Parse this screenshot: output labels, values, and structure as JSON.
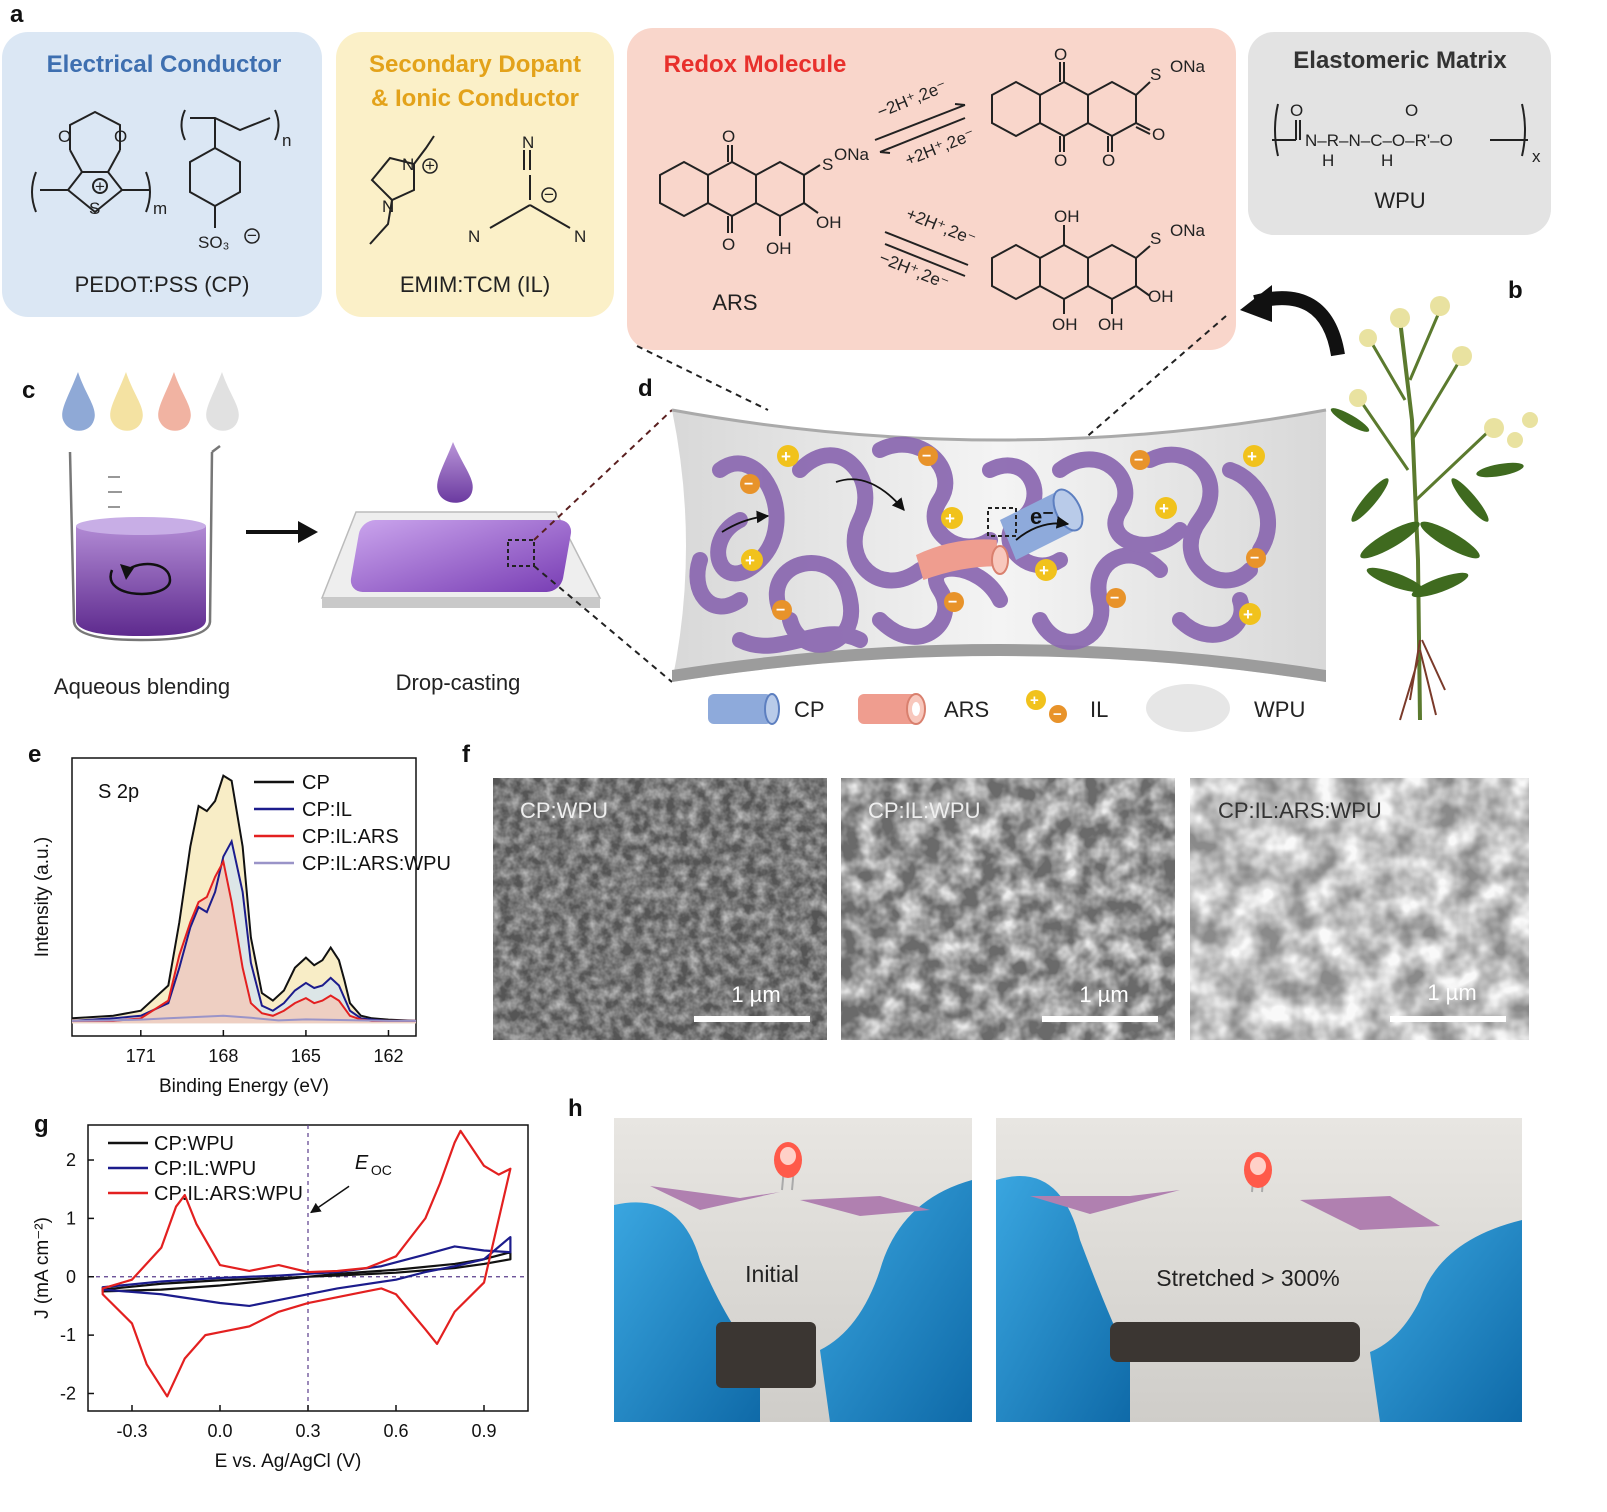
{
  "panels": {
    "a": {
      "label": "a",
      "boxes": [
        {
          "title": "Electrical Conductor",
          "title_color": "#3e6fb0",
          "bg": "#dbe7f4",
          "caption": "PEDOT:PSS (CP)"
        },
        {
          "title_line1": "Secondary Dopant",
          "title_line2": "& Ionic Conductor",
          "title_color": "#e3a21a",
          "bg": "#fbf0c8",
          "caption": "EMIM:TCM (IL)"
        },
        {
          "title": "Redox Molecule",
          "title_color": "#e8302c",
          "bg": "#f9d6cb",
          "caption": "ARS"
        },
        {
          "title": "Elastomeric Matrix",
          "title_color": "#333333",
          "bg": "#e3e3e3",
          "caption": "WPU"
        }
      ],
      "chem_labels": {
        "pedot_m": "m",
        "pss_n": "n",
        "so3": "SO₃",
        "s": "S",
        "o": "O",
        "ona": "ONa",
        "oh": "OH",
        "n": "N",
        "plus": "+",
        "minus": "−",
        "ox_fwd": "−2H⁺,2e⁻",
        "ox_rev": "+2H⁺,2e⁻",
        "red_fwd": "+2H⁺,2e⁻",
        "red_rev": "−2H⁺,2e⁻",
        "wpu_chain": "N–R–N–C–O–R'–O",
        "wpu_h": "H",
        "wpu_x": "x"
      }
    },
    "b": {
      "label": "b"
    },
    "c": {
      "label": "c",
      "step1": "Aqueous blending",
      "step2": "Drop-casting"
    },
    "d": {
      "label": "d",
      "electron": "e⁻",
      "legend": [
        "CP",
        "ARS",
        "IL",
        "WPU"
      ]
    },
    "e": {
      "label": "e",
      "inset": "S 2p"
    },
    "f": {
      "label": "f",
      "images": [
        {
          "title": "CP:WPU",
          "scale": "1 µm"
        },
        {
          "title": "CP:IL:WPU",
          "scale": "1 µm"
        },
        {
          "title": "CP:IL:ARS:WPU",
          "scale": "1 µm"
        }
      ]
    },
    "g": {
      "label": "g",
      "annotation": "E",
      "annotation_sub": "OC"
    },
    "h": {
      "label": "h",
      "photos": [
        {
          "caption": "Initial"
        },
        {
          "caption": "Stretched > 300%"
        }
      ]
    }
  },
  "colors": {
    "cp": "#8eaadb",
    "ars": "#ef9d8f",
    "ion": "#f1a91c",
    "network": "#8a67b0",
    "black": "#111111",
    "navy": "#1c1c8c",
    "red": "#e32020",
    "lavender": "#9a94c8"
  },
  "chart_data": [
    {
      "type": "line",
      "title": "",
      "inset_label": "S 2p",
      "xlabel": "Binding Energy (eV)",
      "ylabel": "Intensity (a.u.)",
      "xlim": [
        173.5,
        161
      ],
      "x_reversed": true,
      "xticks": [
        171,
        168,
        165,
        162
      ],
      "series": [
        {
          "name": "CP",
          "color": "#111111",
          "fill": "#f6e7b3",
          "x": [
            173.5,
            172,
            171,
            170,
            169.6,
            169.2,
            168.9,
            168.6,
            168.3,
            168.0,
            167.7,
            167.3,
            167.0,
            166.6,
            166.2,
            165.8,
            165.4,
            165.0,
            164.7,
            164.4,
            164.1,
            163.8,
            163.6,
            163.4,
            163.0,
            162.6,
            162,
            161
          ],
          "y": [
            0.02,
            0.03,
            0.05,
            0.15,
            0.4,
            0.7,
            0.86,
            0.84,
            0.88,
            0.98,
            0.96,
            0.7,
            0.34,
            0.12,
            0.09,
            0.13,
            0.22,
            0.26,
            0.23,
            0.25,
            0.3,
            0.25,
            0.17,
            0.08,
            0.03,
            0.02,
            0.015,
            0.01
          ]
        },
        {
          "name": "CP:IL",
          "color": "#1c1c8c",
          "fill": "#d3e3f1",
          "x": [
            173.5,
            172,
            171,
            170,
            169.6,
            169.2,
            168.9,
            168.6,
            168.3,
            168.0,
            167.7,
            167.3,
            167.0,
            166.6,
            166.2,
            165.8,
            165.4,
            165.0,
            164.7,
            164.4,
            164.1,
            163.8,
            163.6,
            163.4,
            163.0,
            162.6,
            162,
            161
          ],
          "y": [
            0.01,
            0.02,
            0.03,
            0.08,
            0.22,
            0.38,
            0.46,
            0.44,
            0.52,
            0.66,
            0.72,
            0.52,
            0.24,
            0.07,
            0.05,
            0.08,
            0.13,
            0.16,
            0.14,
            0.15,
            0.18,
            0.15,
            0.1,
            0.05,
            0.02,
            0.015,
            0.01,
            0.01
          ]
        },
        {
          "name": "CP:IL:ARS",
          "color": "#e32020",
          "fill": "#f4c7b6",
          "x": [
            173.5,
            172,
            171,
            170,
            169.6,
            169.2,
            168.9,
            168.6,
            168.3,
            168.0,
            167.7,
            167.3,
            167.0,
            166.6,
            166.2,
            165.8,
            165.4,
            165.0,
            164.7,
            164.4,
            164.1,
            163.8,
            163.6,
            163.4,
            163.0,
            162.6,
            162,
            161
          ],
          "y": [
            0.01,
            0.01,
            0.02,
            0.09,
            0.27,
            0.4,
            0.48,
            0.5,
            0.58,
            0.64,
            0.48,
            0.22,
            0.08,
            0.04,
            0.03,
            0.05,
            0.08,
            0.1,
            0.08,
            0.09,
            0.11,
            0.09,
            0.06,
            0.03,
            0.015,
            0.01,
            0.01,
            0.01
          ]
        },
        {
          "name": "CP:IL:ARS:WPU",
          "color": "#9a94c8",
          "fill": "none",
          "x": [
            173.5,
            172,
            171,
            170,
            169,
            168,
            167,
            166,
            165,
            164,
            163,
            162,
            161
          ],
          "y": [
            0.01,
            0.012,
            0.015,
            0.02,
            0.025,
            0.03,
            0.022,
            0.012,
            0.016,
            0.014,
            0.012,
            0.01,
            0.01
          ]
        }
      ]
    },
    {
      "type": "line",
      "title": "",
      "xlabel": "E vs. Ag/AgCl (V)",
      "ylabel": "J (mA cm⁻²)",
      "xlim": [
        -0.45,
        1.05
      ],
      "ylim": [
        -2.3,
        2.6
      ],
      "xticks": [
        -0.3,
        0.0,
        0.3,
        0.6,
        0.9
      ],
      "yticks": [
        -2,
        -1,
        0,
        1,
        2
      ],
      "grid": false,
      "reference_lines": {
        "x": 0.3,
        "y": 0.0
      },
      "annotation": "E_OC",
      "series": [
        {
          "name": "CP:WPU",
          "color": "#111111",
          "x": [
            -0.4,
            -0.2,
            0.0,
            0.2,
            0.4,
            0.6,
            0.8,
            0.9,
            0.99,
            0.99,
            0.9,
            0.8,
            0.6,
            0.4,
            0.2,
            0.0,
            -0.2,
            -0.4
          ],
          "y": [
            -0.22,
            -0.12,
            -0.06,
            -0.02,
            0.02,
            0.07,
            0.15,
            0.22,
            0.3,
            0.42,
            0.3,
            0.22,
            0.12,
            0.05,
            -0.05,
            -0.15,
            -0.22,
            -0.25
          ]
        },
        {
          "name": "CP:IL:WPU",
          "color": "#1c1c8c",
          "x": [
            -0.4,
            -0.2,
            0.0,
            0.2,
            0.4,
            0.55,
            0.7,
            0.8,
            0.9,
            0.99,
            0.99,
            0.9,
            0.8,
            0.7,
            0.6,
            0.4,
            0.2,
            0.1,
            0.0,
            -0.2,
            -0.4
          ],
          "y": [
            -0.18,
            -0.08,
            -0.02,
            0.02,
            0.08,
            0.18,
            0.38,
            0.52,
            0.45,
            0.42,
            0.68,
            0.3,
            0.18,
            0.08,
            -0.05,
            -0.2,
            -0.4,
            -0.5,
            -0.45,
            -0.3,
            -0.22
          ]
        },
        {
          "name": "CP:IL:ARS:WPU",
          "color": "#e32020",
          "x": [
            -0.4,
            -0.3,
            -0.2,
            -0.15,
            -0.12,
            -0.08,
            0.0,
            0.1,
            0.2,
            0.3,
            0.4,
            0.5,
            0.6,
            0.7,
            0.75,
            0.8,
            0.82,
            0.86,
            0.9,
            0.95,
            0.99,
            0.99,
            0.9,
            0.8,
            0.74,
            0.7,
            0.6,
            0.55,
            0.5,
            0.4,
            0.3,
            0.2,
            0.1,
            0.0,
            -0.05,
            -0.12,
            -0.18,
            -0.25,
            -0.3,
            -0.4
          ],
          "y": [
            -0.2,
            -0.05,
            0.5,
            1.2,
            1.4,
            0.9,
            0.2,
            0.1,
            0.2,
            0.08,
            0.1,
            0.15,
            0.35,
            1.0,
            1.6,
            2.3,
            2.5,
            2.2,
            1.9,
            1.75,
            1.85,
            1.85,
            -0.1,
            -0.6,
            -1.15,
            -0.9,
            -0.3,
            -0.2,
            -0.25,
            -0.35,
            -0.45,
            -0.6,
            -0.85,
            -0.95,
            -1.0,
            -1.4,
            -2.05,
            -1.5,
            -0.8,
            -0.3
          ]
        }
      ]
    }
  ]
}
